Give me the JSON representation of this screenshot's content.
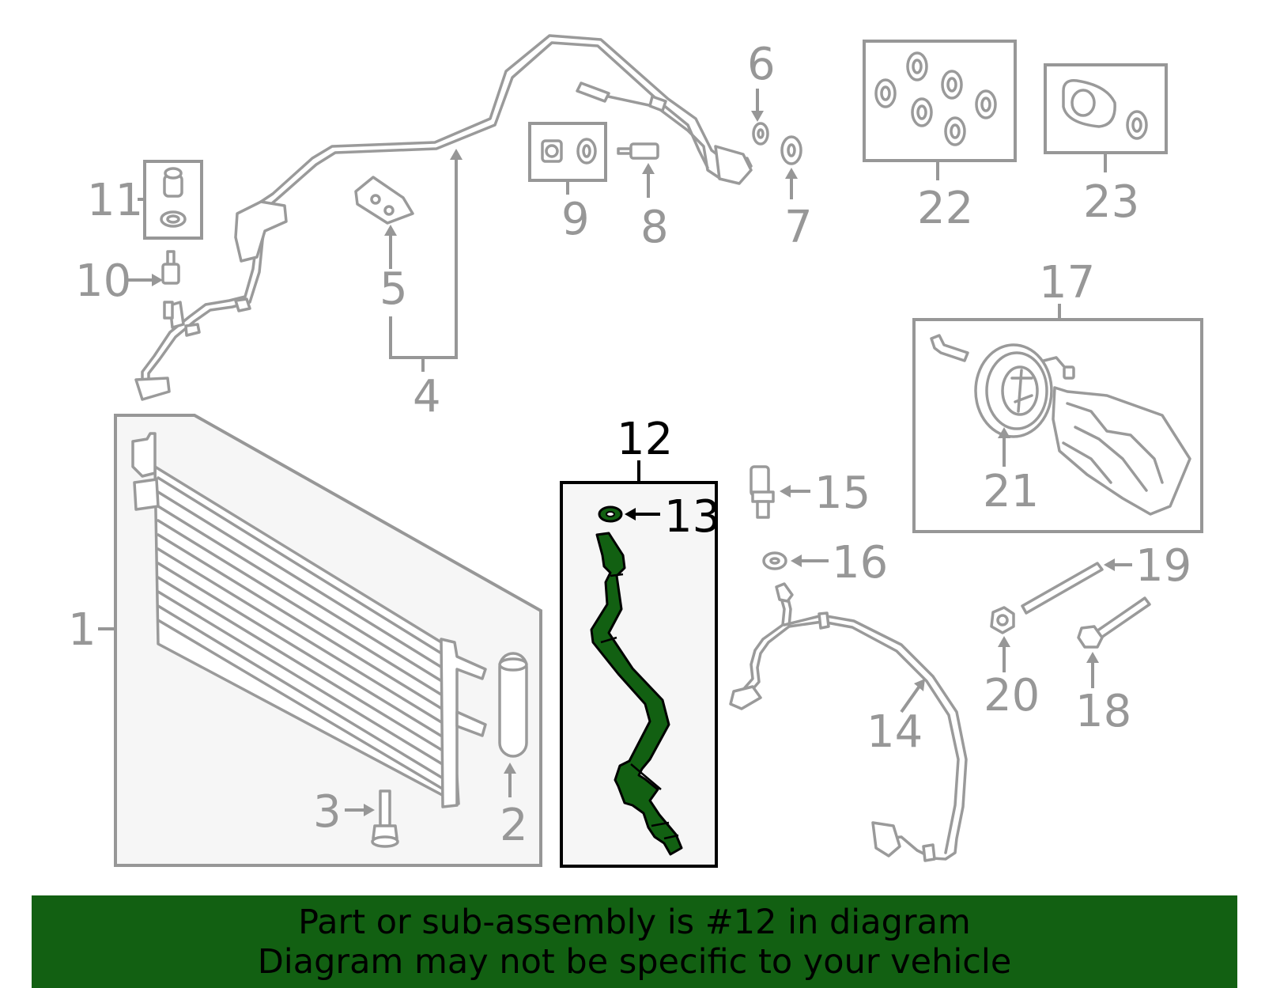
{
  "callouts": {
    "c1": "1",
    "c2": "2",
    "c3": "3",
    "c4": "4",
    "c5": "5",
    "c6": "6",
    "c7": "7",
    "c8": "8",
    "c9": "9",
    "c10": "10",
    "c11": "11",
    "c12": "12",
    "c13": "13",
    "c14": "14",
    "c15": "15",
    "c16": "16",
    "c17": "17",
    "c18": "18",
    "c19": "19",
    "c20": "20",
    "c21": "21",
    "c22": "22",
    "c23": "23"
  },
  "highlight": {
    "part_number": "12",
    "color": "#126012"
  },
  "banner": {
    "line1": "Part or sub-assembly is #12 in diagram",
    "line2": "Diagram may not be specific to your vehicle",
    "background": "#126012"
  }
}
